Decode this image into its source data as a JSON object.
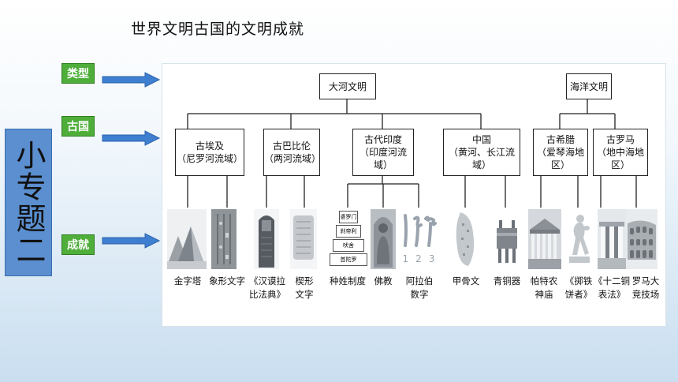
{
  "page_title": "世界文明古国的文明成就",
  "side_title": "小专题二",
  "tags": {
    "type": "类型",
    "country": "古国",
    "achievement": "成就"
  },
  "colors": {
    "tag_green": "#4fae3a",
    "arrow_blue": "#3f7fd0",
    "side_blue": "#5b8fd0"
  },
  "types": [
    {
      "label": "大河文明"
    },
    {
      "label": "海洋文明"
    }
  ],
  "countries": [
    {
      "name": "古埃及",
      "region": "（尼罗河流域）"
    },
    {
      "name": "古巴比伦",
      "region": "（两河流域）"
    },
    {
      "name": "古代印度",
      "region": "（印度河流域）"
    },
    {
      "name": "中国",
      "region": "（黄河、长江流域）"
    },
    {
      "name": "古希腊",
      "region": "（爱琴海地区）"
    },
    {
      "name": "古罗马",
      "region": "（地中海地区）"
    }
  ],
  "caste_levels": [
    "婆罗门",
    "刹帝利",
    "吠舍",
    "首陀罗"
  ],
  "numeral_digits": [
    "1",
    "2",
    "3"
  ],
  "achievements": [
    {
      "line1": "金字塔",
      "line2": "",
      "icon": "pyramid-icon"
    },
    {
      "line1": "象形文字",
      "line2": "",
      "icon": "hieroglyph-icon"
    },
    {
      "line1": "《汉谟拉",
      "line2": "比法典》",
      "icon": "stele-icon"
    },
    {
      "line1": "楔形",
      "line2": "文字",
      "icon": "tablet-icon"
    },
    {
      "line1": "种姓制度",
      "line2": "",
      "icon": "caste-pyramid-icon"
    },
    {
      "line1": "佛教",
      "line2": "",
      "icon": "buddha-icon"
    },
    {
      "line1": "阿拉伯",
      "line2": "数字",
      "icon": "numerals-icon"
    },
    {
      "line1": "甲骨文",
      "line2": "",
      "icon": "oracle-bone-icon"
    },
    {
      "line1": "青铜器",
      "line2": "",
      "icon": "bronze-ding-icon"
    },
    {
      "line1": "帕特农",
      "line2": "神庙",
      "icon": "parthenon-icon"
    },
    {
      "line1": "《掷铁",
      "line2": "饼者》",
      "icon": "discus-thrower-icon"
    },
    {
      "line1": "《十二铜",
      "line2": "表法》",
      "icon": "tables-icon"
    },
    {
      "line1": "罗马大",
      "line2": "竞技场",
      "icon": "colosseum-icon"
    }
  ]
}
